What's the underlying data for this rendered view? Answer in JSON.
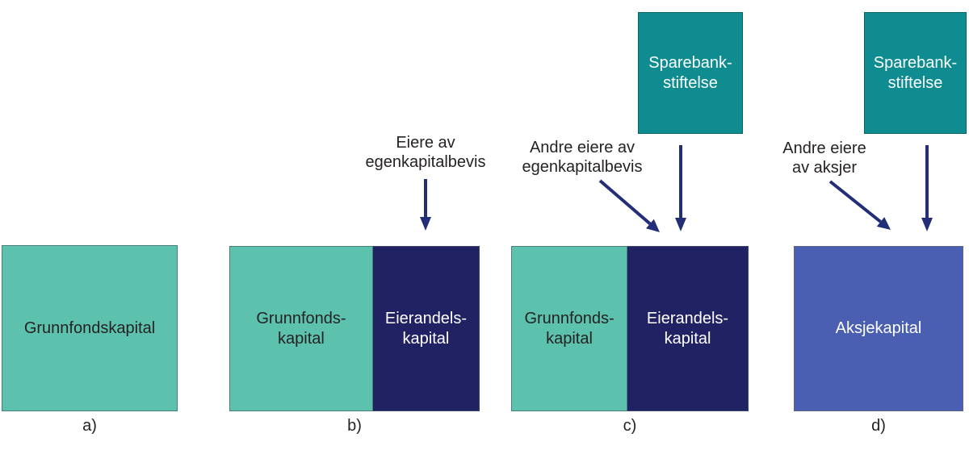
{
  "colors": {
    "grunnfond_teal": "#5cc1ad",
    "grunnfond_border": "#4b7e7b",
    "eierandel_navy": "#212264",
    "eierandel_border": "#3c4670",
    "foundation_teal": "#0e8c90",
    "foundation_border": "#0b6367",
    "aksje_blue": "#4a5fb2",
    "aksje_border": "#5d6680",
    "arrow_navy": "#232e78",
    "text_dark": "#262223",
    "text_light": "#ffffff"
  },
  "panels": {
    "a": {
      "label": "a)",
      "main_box": {
        "title": "Grunnfondskapital"
      }
    },
    "b": {
      "label": "b)",
      "annotation": "Eiere av\negenkapitalbevis",
      "left_box": {
        "title": "Grunnfonds-\nkapital"
      },
      "right_box": {
        "title": "Eierandels-\nkapital"
      }
    },
    "c": {
      "label": "c)",
      "foundation_box": {
        "title": "Sparebank-\nstiftelse"
      },
      "annotation": "Andre eiere av\negenkapitalbevis",
      "left_box": {
        "title": "Grunnfonds-\nkapital"
      },
      "right_box": {
        "title": "Eierandels-\nkapital"
      }
    },
    "d": {
      "label": "d)",
      "foundation_box": {
        "title": "Sparebank-\nstiftelse"
      },
      "annotation": "Andre eiere\nav aksjer",
      "main_box": {
        "title": "Aksjekapital"
      }
    }
  }
}
